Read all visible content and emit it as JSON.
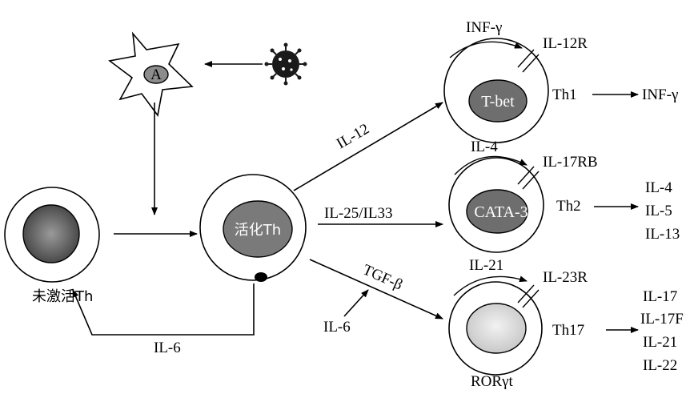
{
  "diagram": {
    "antigen_cell_label": "A",
    "naive_label": "未激活Th",
    "activated_label": "活化Th",
    "arrow_labels": {
      "il12": "IL-12",
      "il25_il33": "IL-25/IL33",
      "tgfb": "TGF-β",
      "il6_small": "IL-6",
      "il6_feedback": "IL-6"
    },
    "th1": {
      "nucleus": "T-bet",
      "loop_cytokine": "INF-γ",
      "receptor": "IL-12R",
      "name": "Th1",
      "outputs": [
        "INF-γ"
      ]
    },
    "th2": {
      "nucleus": "CATA-3",
      "loop_cytokine": "IL-4",
      "receptor": "IL-17RB",
      "name": "Th2",
      "outputs": [
        "IL-4",
        "IL-5",
        "IL-13"
      ]
    },
    "th17": {
      "nucleus_below": "RORγt",
      "loop_cytokine": "IL-21",
      "receptor": "IL-23R",
      "name": "Th17",
      "outputs": [
        "IL-17",
        "IL-17F",
        "IL-21",
        "IL-22"
      ]
    }
  }
}
